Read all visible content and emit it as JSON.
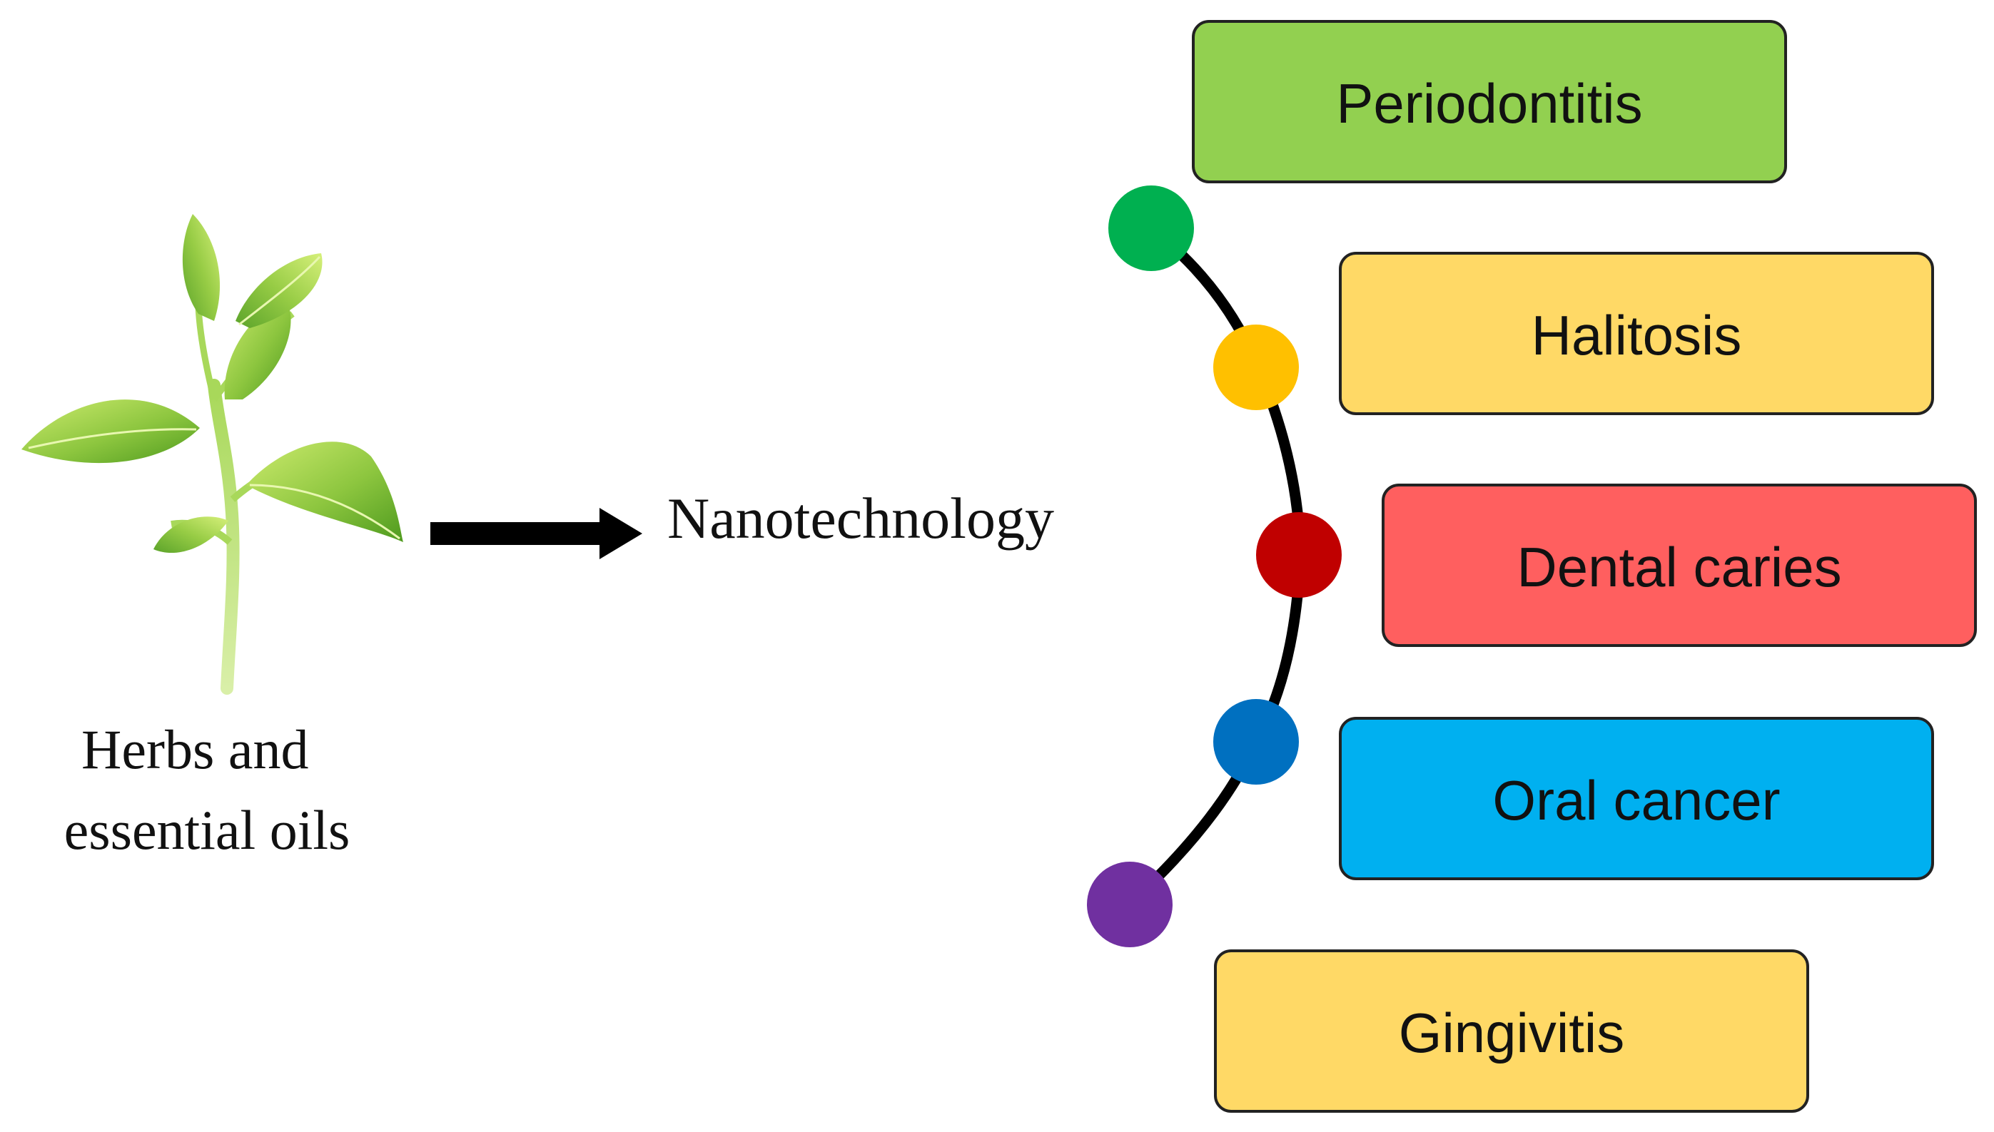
{
  "source": {
    "label_lines": [
      "Herbs and",
      "essential oils"
    ],
    "icon": "plant-sprout-icon"
  },
  "process": {
    "label": "Nanotechnology",
    "icon": "right-arrow-icon"
  },
  "conditions": [
    {
      "label": "Periodontitis",
      "box_color": "#92D050",
      "dot_color": "#00B050"
    },
    {
      "label": "Halitosis",
      "box_color": "#FFD966",
      "dot_color": "#FFC000"
    },
    {
      "label": "Dental caries",
      "box_color": "#FF5F5F",
      "dot_color": "#C00000"
    },
    {
      "label": "Oral cancer",
      "box_color": "#00B0F0",
      "dot_color": "#0070C0"
    },
    {
      "label": "Gingivitis",
      "box_color": "#FFD966",
      "dot_color": "#7030A0"
    }
  ]
}
